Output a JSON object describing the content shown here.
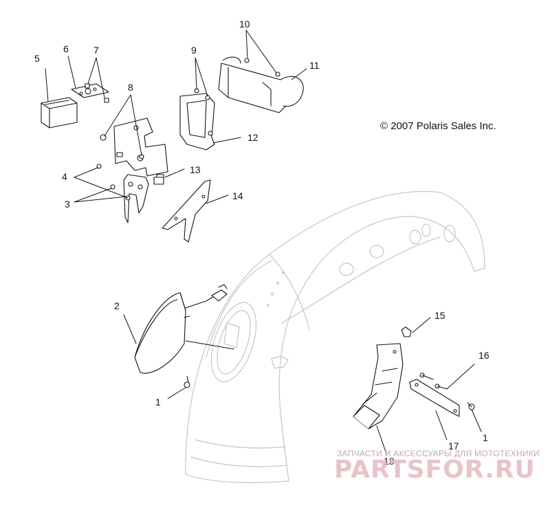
{
  "copyright": "© 2007 Polaris Sales Inc.",
  "callouts": [
    "1",
    "1",
    "2",
    "3",
    "4",
    "5",
    "6",
    "7",
    "8",
    "9",
    "10",
    "11",
    "12",
    "13",
    "14",
    "15",
    "16",
    "17",
    "18"
  ],
  "watermark": {
    "tagline": "ЗАПЧАСТИ И АКСЕССУАРЫ ДЛЯ МОТОТЕХНИКИ",
    "logo": "PARTSFOR.RU"
  },
  "colors": {
    "line": "#111111",
    "fender_line": "#bdbdbd",
    "watermark": "#e6b9bf"
  }
}
